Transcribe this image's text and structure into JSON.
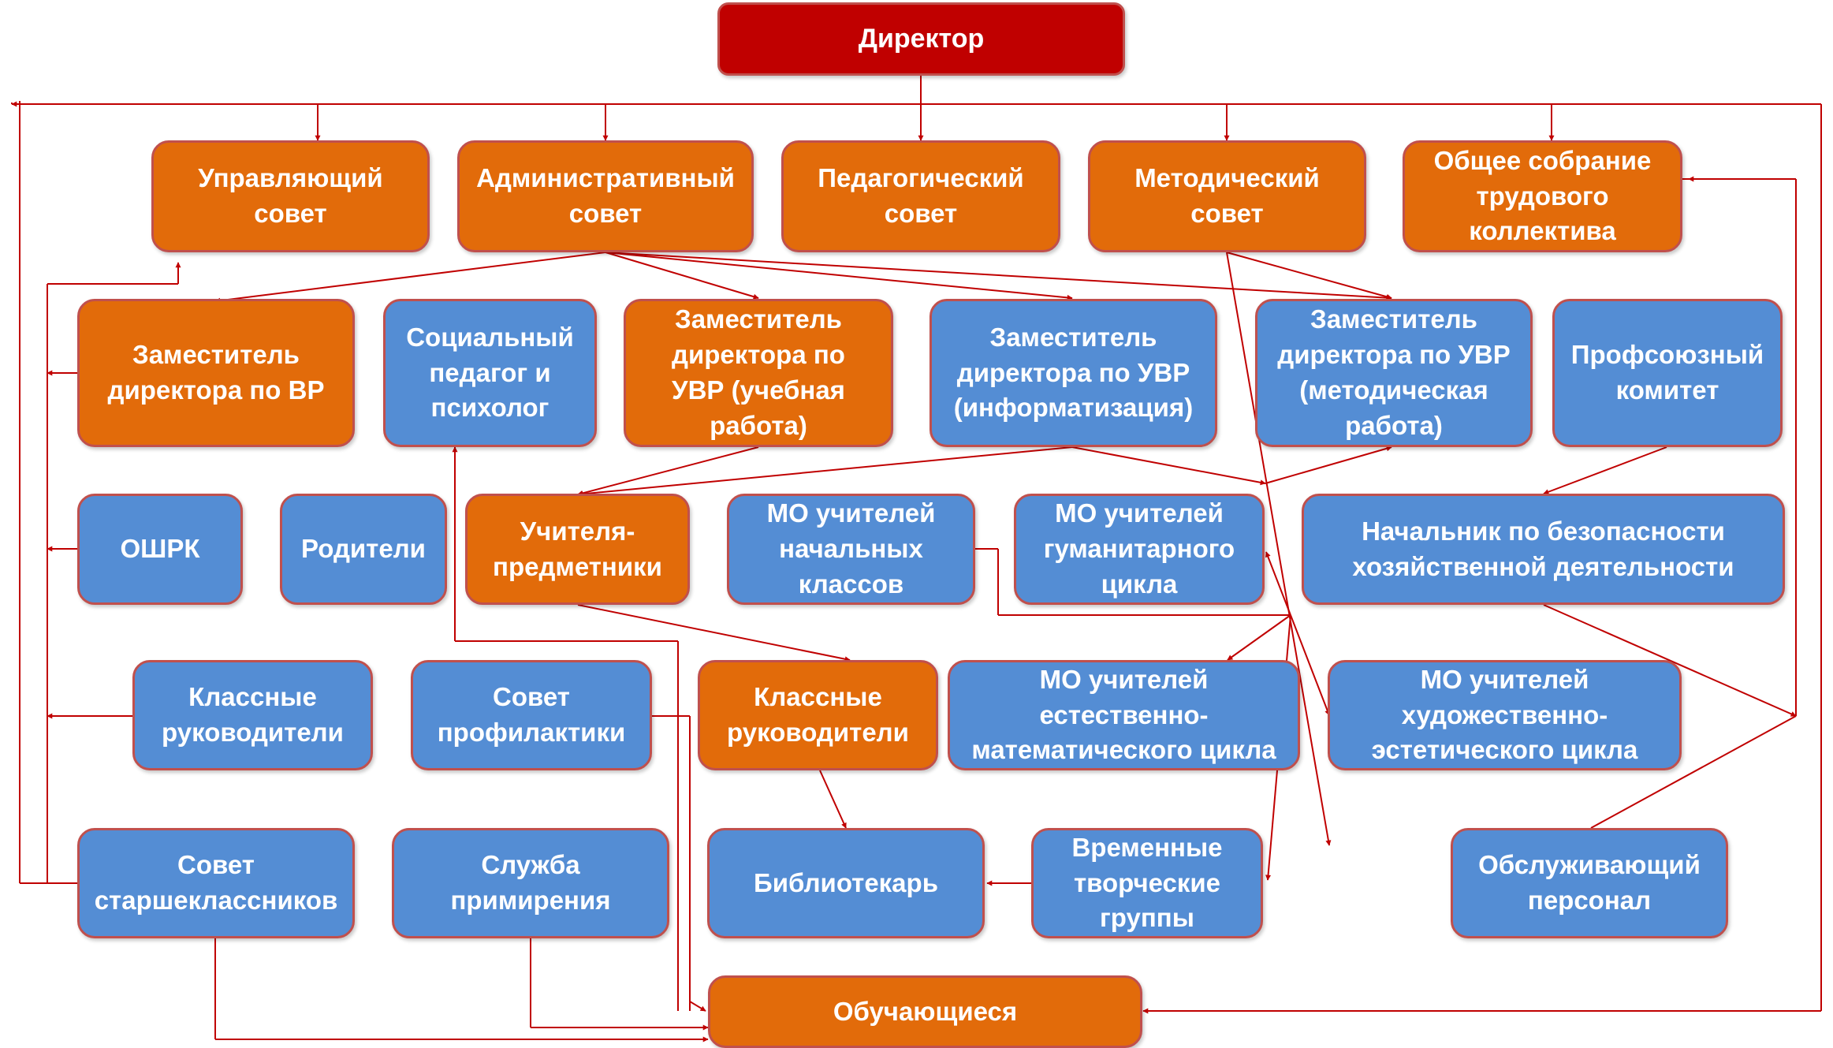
{
  "nodes": {
    "director": "Директор",
    "governing_council": "Управляющий\nсовет",
    "admin_council": "Административный\nсовет",
    "pedagogical_council": "Педагогический\nсовет",
    "methodical_council": "Методический\nсовет",
    "general_meeting": "Общее собрание\nтрудового\nколлектива",
    "deputy_vr": "Заместитель\nдиректора по ВР",
    "social_pedagogue": "Социальный\nпедагог и\nпсихолог",
    "deputy_uvr_study": "Заместитель\nдиректора по\nУВР (учебная\nработа)",
    "deputy_uvr_info": "Заместитель\nдиректора по УВР\n(информатизация)",
    "deputy_uvr_method": "Заместитель\nдиректора по УВР\n(методическая\nработа)",
    "trade_union": "Профсоюзный\nкомитет",
    "oshrk": "ОШРК",
    "parents": "Родители",
    "subject_teachers": "Учителя-\nпредметники",
    "mo_primary": "МО учителей\nначальных\nклассов",
    "mo_humanities": "МО учителей\nгуманитарного\nцикла",
    "security_head": "Начальник по безопасности\nхозяйственной деятельности",
    "class_teachers_blue": "Классные\nруководители",
    "prevention_council": "Совет\nпрофилактики",
    "class_teachers_orange": "Классные\nруководители",
    "mo_science": "МО учителей\nестественно-\nматематического цикла",
    "mo_arts": "МО учителей\nхудожественно-\nэстетического цикла",
    "senior_council": "Совет\nстаршеклассников",
    "reconciliation": "Служба\nпримирения",
    "librarian": "Библиотекарь",
    "creative_groups": "Временные\nтворческие\nгруппы",
    "service_staff": "Обслуживающий\nперсонал",
    "students": "Обучающиеся"
  },
  "colors": {
    "orange": "#e26b0a",
    "blue": "#548dd4",
    "red": "#c00000",
    "border": "#c0504d",
    "connector": "#c00000"
  }
}
